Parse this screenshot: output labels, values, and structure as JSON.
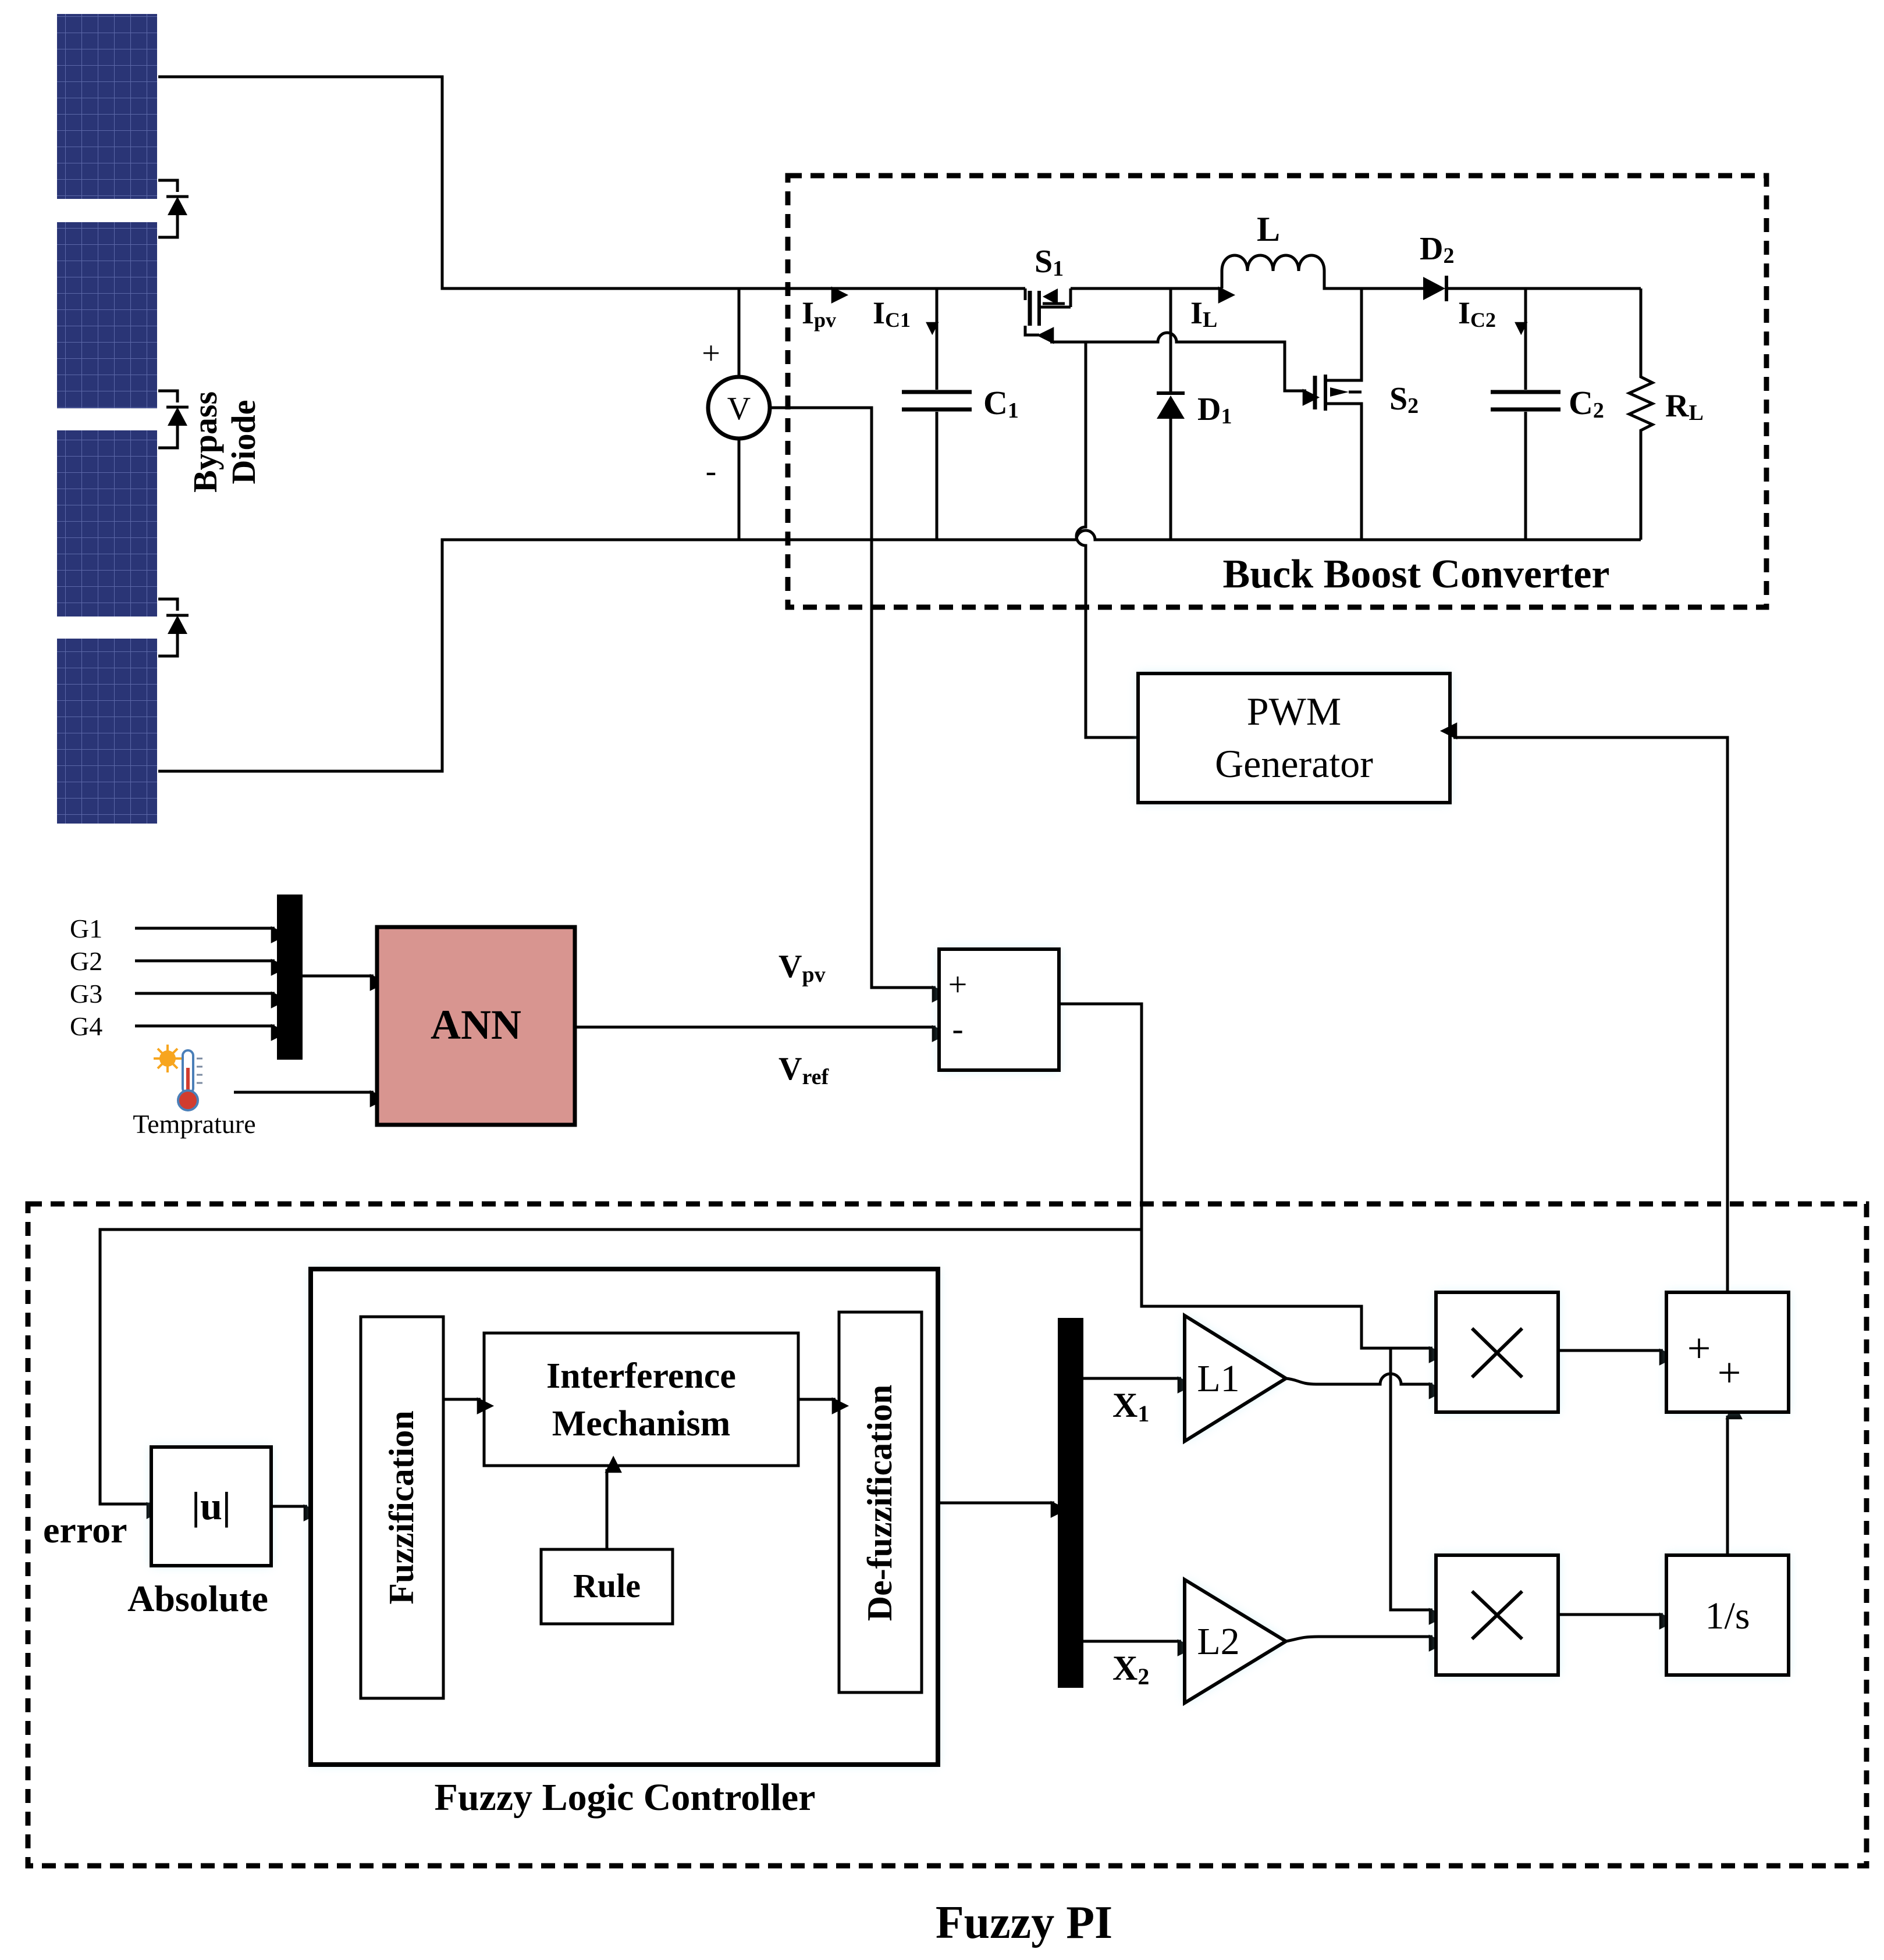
{
  "diagram": {
    "converter": {
      "title": "Buck Boost Converter",
      "labels": {
        "ipv_main": "I",
        "ipv_sub": "pv",
        "ic1_main": "I",
        "ic1_sub": "C1",
        "c1_main": "C",
        "c1_sub": "1",
        "s1_main": "S",
        "s1_sub": "1",
        "l": "L",
        "il_main": "I",
        "il_sub": "L",
        "d1_main": "D",
        "d1_sub": "1",
        "s2_main": "S",
        "s2_sub": "2",
        "d2_main": "D",
        "d2_sub": "2",
        "ic2_main": "I",
        "ic2_sub": "C2",
        "c2_main": "C",
        "c2_sub": "2",
        "rl_main": "R",
        "rl_sub": "L"
      }
    },
    "pv_array": {
      "bypass_line1": "Bypass",
      "bypass_line2": "Diode"
    },
    "voltmeter": {
      "symbol": "V",
      "plus": "+",
      "minus": "-"
    },
    "pwm": {
      "line1": "PWM",
      "line2": "Generator"
    },
    "inputs": {
      "g1": "G1",
      "g2": "G2",
      "g3": "G3",
      "g4": "G4",
      "temperature": "Temprature"
    },
    "ann": {
      "label": "ANN"
    },
    "summer": {
      "plus": "+",
      "minus": "-",
      "vpv_main": "V",
      "vpv_sub": "pv",
      "vref_main": "V",
      "vref_sub": "ref"
    },
    "fuzzy_pi": {
      "title": "Fuzzy PI",
      "error": "error",
      "abs_symbol": "|u|",
      "abs_label": "Absolute",
      "flc_title": "Fuzzy Logic Controller",
      "fuzzification": "Fuzzification",
      "interference_line1": "Interference",
      "interference_line2": "Mechanism",
      "rule": "Rule",
      "defuzzification": "De-fuzzification",
      "x1_main": "X",
      "x1_sub": "1",
      "x2_main": "X",
      "x2_sub": "2",
      "gain1": "L1",
      "gain2": "L2",
      "sum_plus_1": "+",
      "sum_plus_2": "+",
      "integrator": "1/s"
    }
  }
}
